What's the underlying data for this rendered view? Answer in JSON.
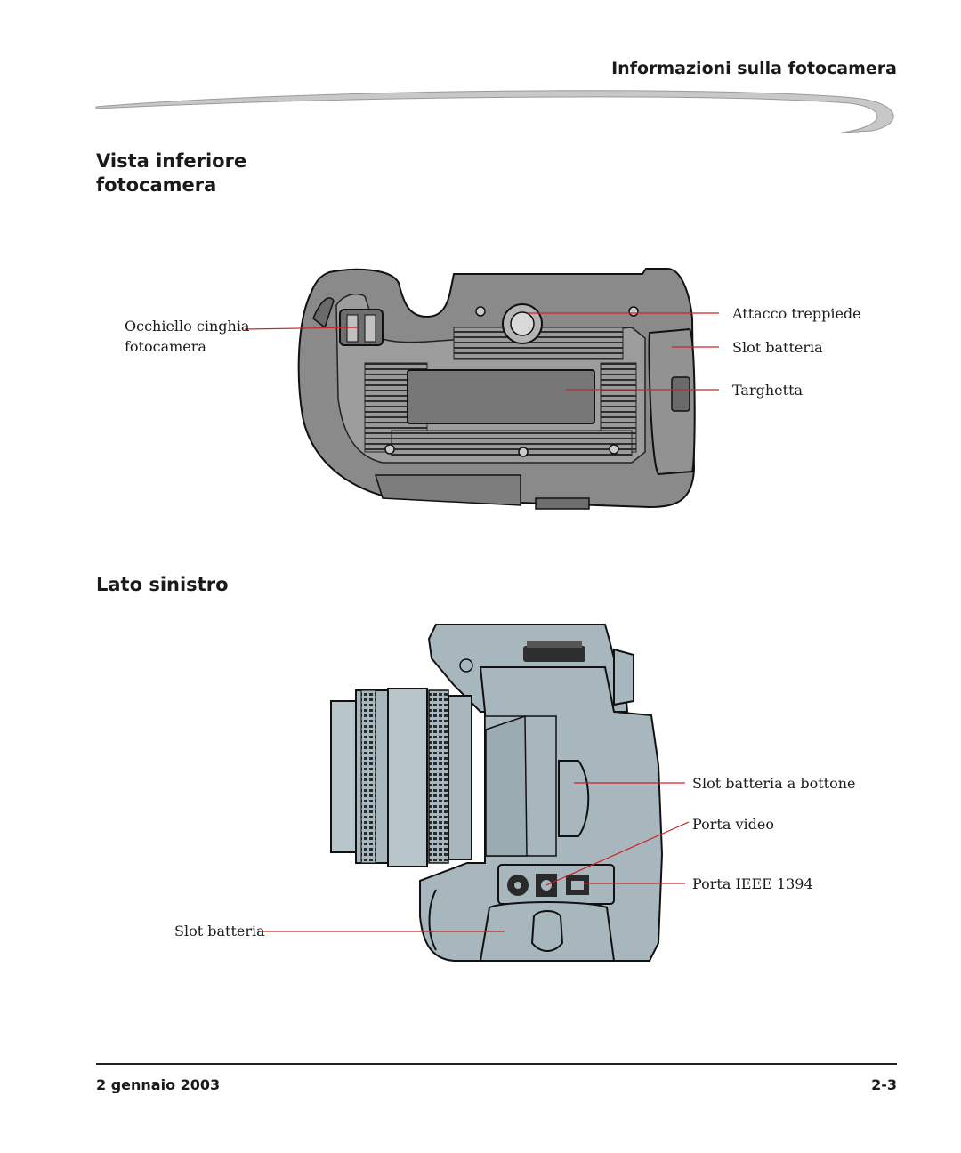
{
  "header": {
    "title": "Informazioni sulla fotocamera"
  },
  "section_bottom": {
    "title_line1": "Vista inferiore",
    "title_line2": "fotocamera",
    "labels": {
      "strap_line1": "Occhiello cinghia",
      "strap_line2": "fotocamera",
      "tripod": "Attacco treppiede",
      "battery": "Slot batteria",
      "plate": "Targhetta"
    }
  },
  "section_left": {
    "title": "Lato sinistro",
    "labels": {
      "button_battery": "Slot batteria a bottone",
      "video_port": "Porta video",
      "ieee_port": "Porta IEEE 1394",
      "battery": "Slot batteria"
    }
  },
  "footer": {
    "date": "2 gennaio 2003",
    "page": "2-3"
  },
  "colors": {
    "callout_line": "#d0202a",
    "camera_bottom_fill": "#8a8a8a",
    "camera_side_fill": "#a7b7bd"
  }
}
